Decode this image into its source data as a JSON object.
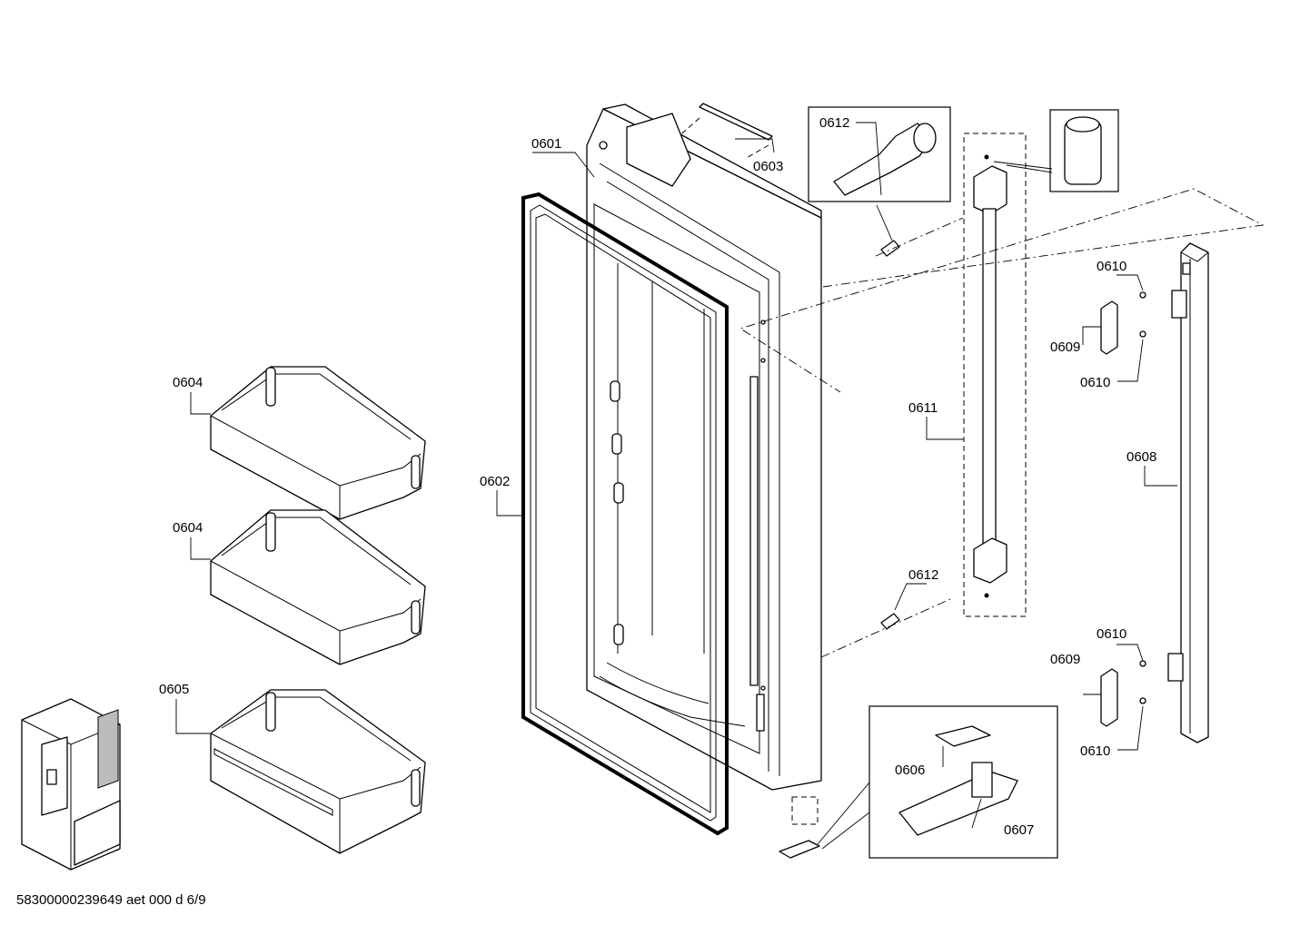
{
  "labels": {
    "l0601": "0601",
    "l0602": "0602",
    "l0603": "0603",
    "l0604a": "0604",
    "l0604b": "0604",
    "l0605": "0605",
    "l0606": "0606",
    "l0607": "0607",
    "l0608": "0608",
    "l0609a": "0609",
    "l0609b": "0609",
    "l0610a": "0610",
    "l0610b": "0610",
    "l0610c": "0610",
    "l0610d": "0610",
    "l0611": "0611",
    "l0612a": "0612",
    "l0612b": "0612"
  },
  "footer": "58300000239649 aet 000 d 6/9"
}
